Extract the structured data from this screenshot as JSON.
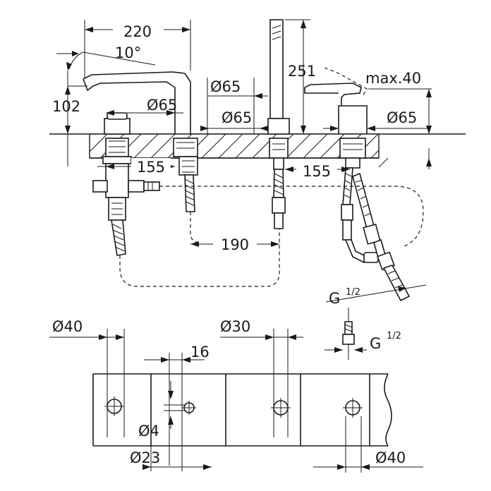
{
  "dimensions": {
    "spout_width": "220",
    "spout_angle": "10°",
    "spout_height": "102",
    "dia_spout_base": "Ø65",
    "dia_body_top": "Ø65",
    "dia_body_mid": "Ø65",
    "hand_shower_height": "251",
    "lever_max": "max.40",
    "dia_mixer": "Ø65",
    "spacing_left": "155",
    "spacing_right": "155",
    "hose_spacing": "190",
    "thread_upper": "G",
    "thread_upper_frac": "1/2",
    "thread_lower": "G",
    "thread_lower_frac": "1/2"
  },
  "cutout": {
    "dia_left": "Ø40",
    "dia_mid": "Ø30",
    "offset": "16",
    "small_hole": "Ø4",
    "dia_recess": "Ø23",
    "dia_right": "Ø40"
  }
}
